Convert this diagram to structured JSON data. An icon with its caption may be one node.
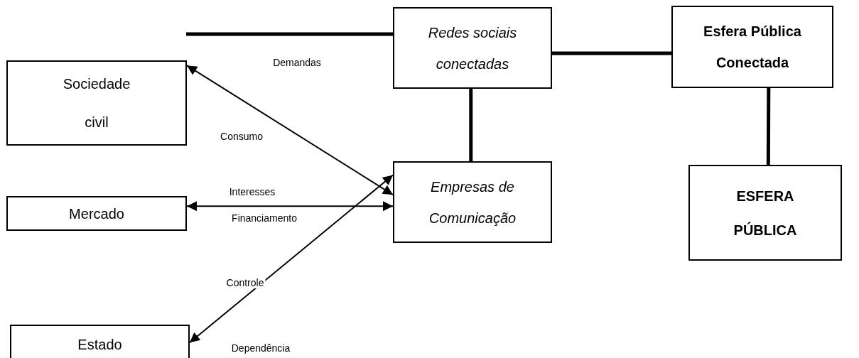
{
  "diagram": {
    "nodes": [
      {
        "text": [
          "Redes sociais conectadas"
        ]
      },
      {
        "text": [
          "Esfera Pública Conectada"
        ]
      },
      {
        "text": [
          "Sociedade civil"
        ]
      },
      {
        "text": [
          "Empresas de Comunicação"
        ]
      },
      {
        "text": [
          "Mercado"
        ]
      },
      {
        "text": [
          "ESFERA PÚBLICA"
        ]
      },
      {
        "text": [
          "Estado"
        ]
      }
    ],
    "edges": [
      {
        "from": null,
        "to": 0,
        "arrow": "none"
      },
      {
        "from": 0,
        "to": 1,
        "arrow": "none"
      },
      {
        "from": 0,
        "to": 3,
        "arrow": "none"
      },
      {
        "from": 1,
        "to": 5,
        "arrow": "none"
      },
      {
        "from": 2,
        "to": 3,
        "arrow": "both",
        "label": "Demandas"
      },
      {
        "from": 4,
        "to": 3,
        "arrow": "both",
        "label": "Interesses"
      },
      {
        "from": 6,
        "to": 3,
        "arrow": "both",
        "label": "Controle"
      }
    ],
    "labels": [
      "Consumo",
      "Financiamento",
      "Dependência"
    ]
  }
}
